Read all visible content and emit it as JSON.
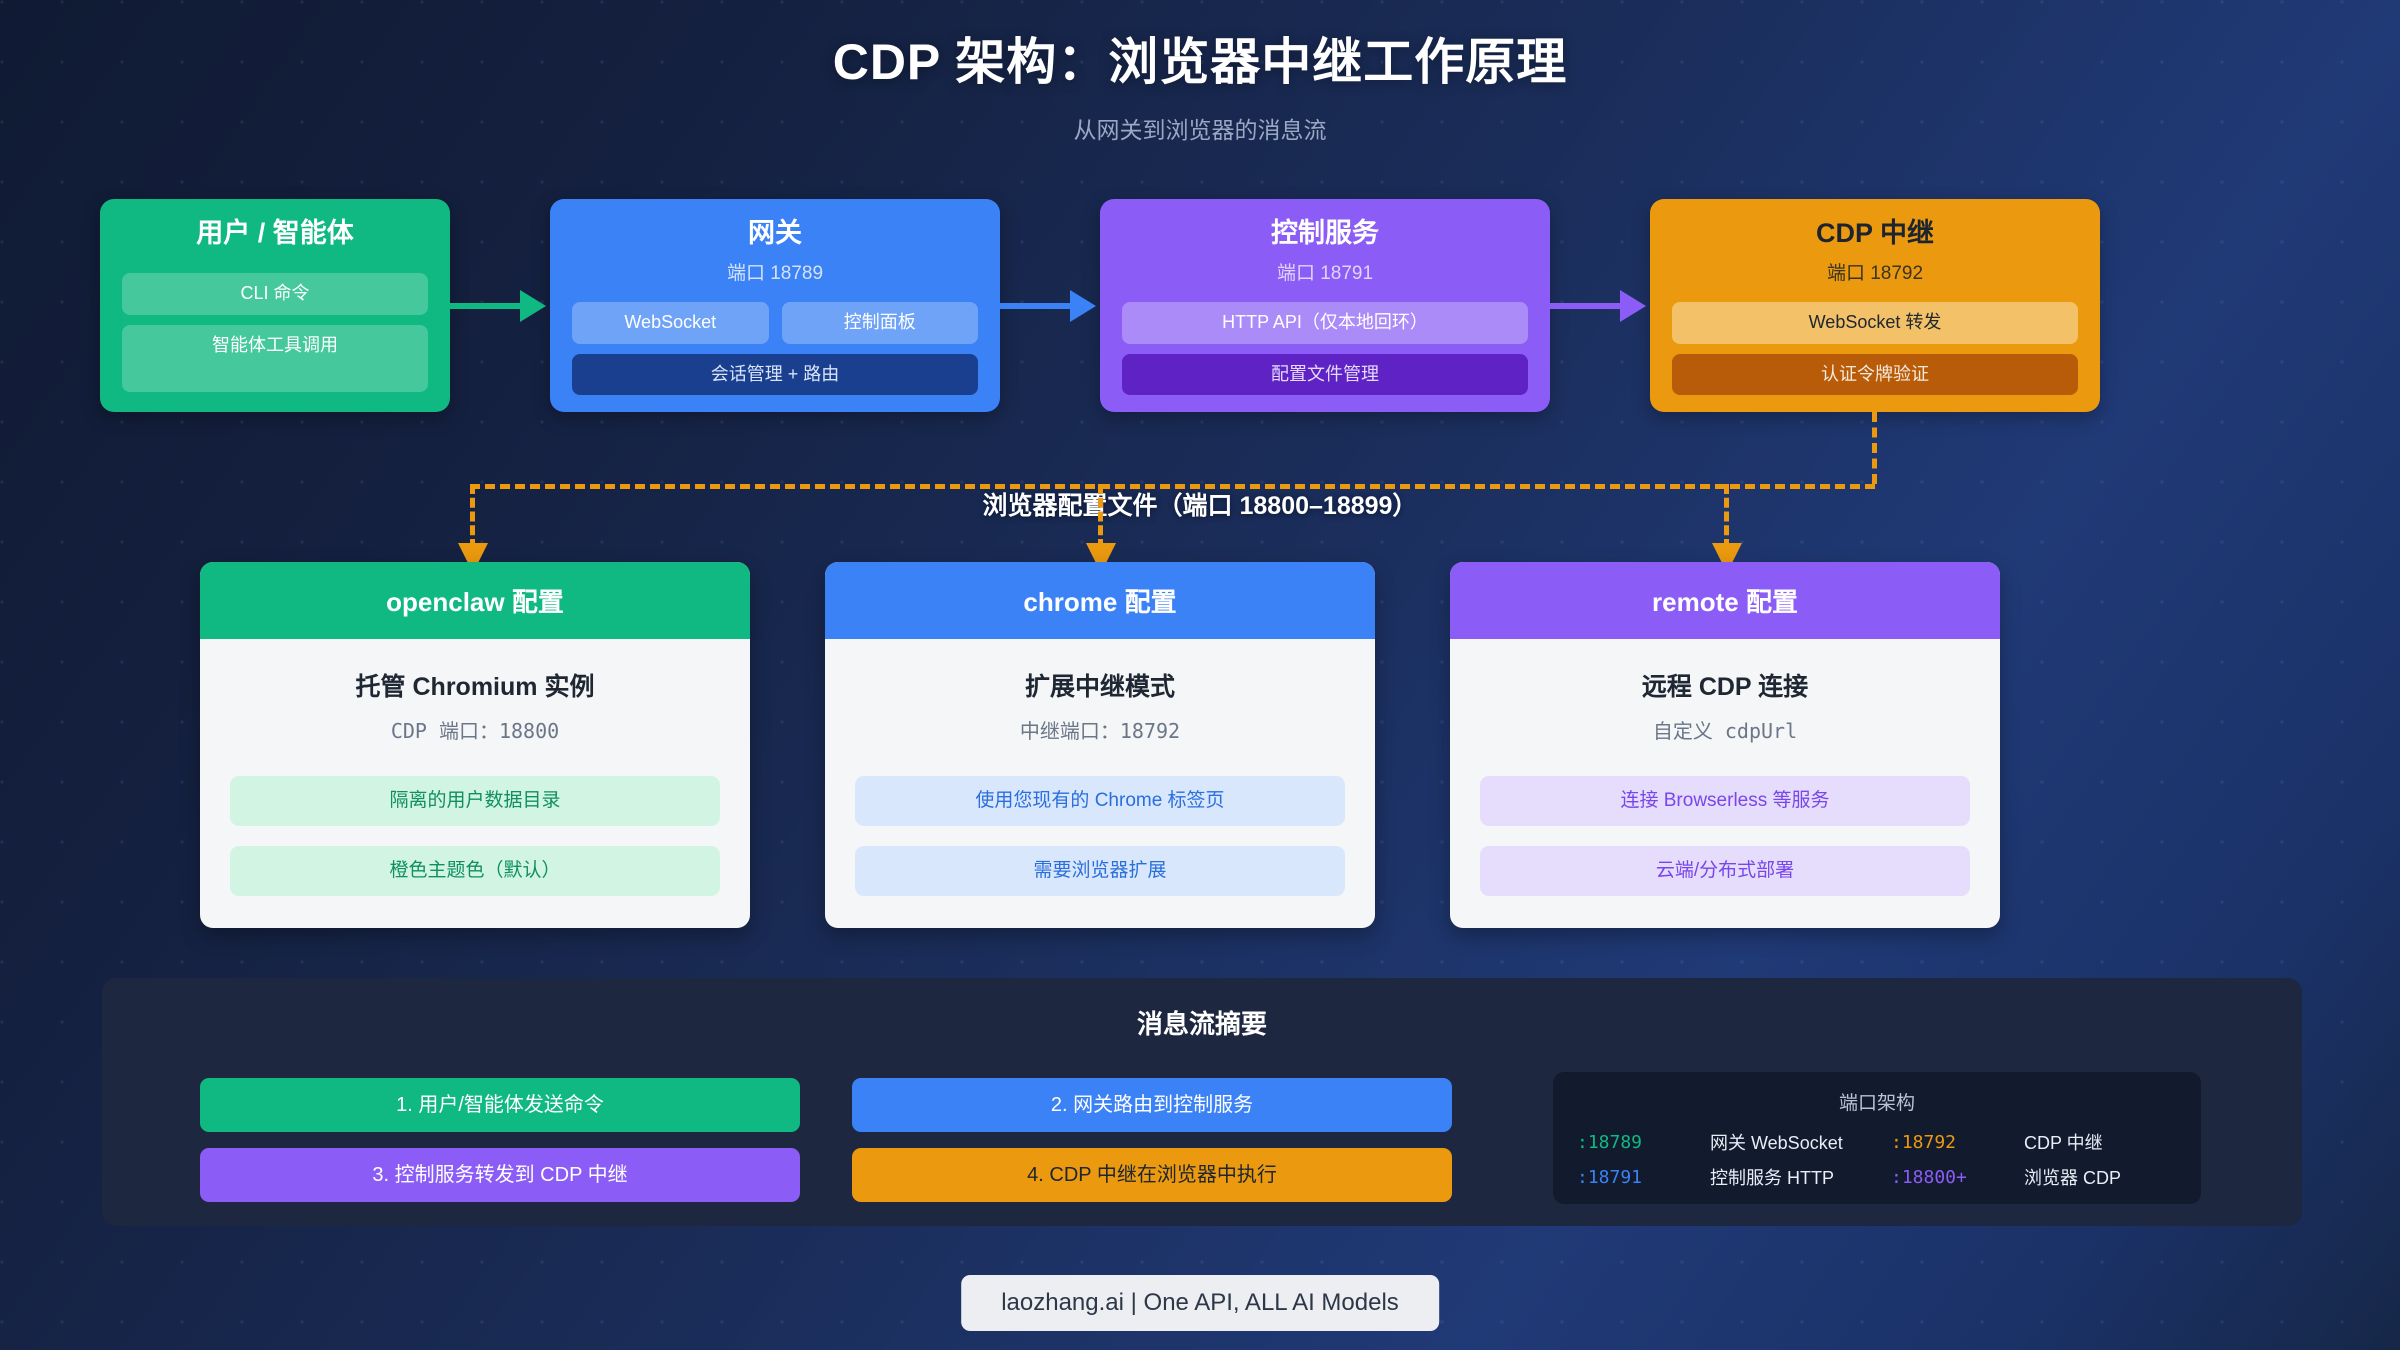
{
  "header": {
    "title": "CDP 架构：浏览器中继工作原理",
    "subtitle": "从网关到浏览器的消息流"
  },
  "pipeline": {
    "nodes": [
      {
        "title": "用户 / 智能体",
        "port": "",
        "chips": [
          "CLI 命令"
        ],
        "wide_chip": "智能体工具调用",
        "color": "#10b981"
      },
      {
        "title": "网关",
        "port": "端口 18789",
        "chips": [
          "WebSocket",
          "控制面板"
        ],
        "wide_chip": "会话管理 + 路由",
        "color": "#3b82f6"
      },
      {
        "title": "控制服务",
        "port": "端口 18791",
        "chips": [
          "HTTP API（仅本地回环）"
        ],
        "wide_chip": "配置文件管理",
        "color": "#8b5cf6"
      },
      {
        "title": "CDP 中继",
        "port": "端口 18792",
        "chips": [
          "WebSocket 转发"
        ],
        "wide_chip": "认证令牌验证",
        "color": "#eb9a10"
      }
    ]
  },
  "bus": {
    "label": "浏览器配置文件（端口 18800–18899）",
    "color": "#eb9a10"
  },
  "profiles": [
    {
      "head": "openclaw 配置",
      "main": "托管 Chromium 实例",
      "sub": "CDP 端口：18800",
      "pills": [
        "隔离的用户数据目录",
        "橙色主题色（默认）"
      ],
      "color": "#10b981"
    },
    {
      "head": "chrome 配置",
      "main": "扩展中继模式",
      "sub": "中继端口：18792",
      "pills": [
        "使用您现有的 Chrome 标签页",
        "需要浏览器扩展"
      ],
      "color": "#3b82f6"
    },
    {
      "head": "remote 配置",
      "main": "远程 CDP 连接",
      "sub": "自定义 cdpUrl",
      "pills": [
        "连接 Browserless 等服务",
        "云端/分布式部署"
      ],
      "color": "#8b5cf6"
    }
  ],
  "summary": {
    "title": "消息流摘要",
    "steps": [
      {
        "label": "1. 用户/智能体发送命令",
        "color": "#10b981"
      },
      {
        "label": "2. 网关路由到控制服务",
        "color": "#3b82f6"
      },
      {
        "label": "3. 控制服务转发到 CDP 中继",
        "color": "#8b5cf6"
      },
      {
        "label": "4. CDP 中继在浏览器中执行",
        "color": "#eb9a10"
      }
    ],
    "ports": {
      "title": "端口架构",
      "rows": [
        {
          "num": ":18789",
          "num_color": "#10b981",
          "label": "网关 WebSocket",
          "num2": ":18792",
          "num2_color": "#eb9a10",
          "label2": "CDP 中继"
        },
        {
          "num": ":18791",
          "num_color": "#3b82f6",
          "label": "控制服务 HTTP",
          "num2": ":18800+",
          "num2_color": "#8b5cf6",
          "label2": "浏览器 CDP"
        }
      ]
    }
  },
  "footer": {
    "badge": "laozhang.ai | One API, ALL AI Models"
  }
}
